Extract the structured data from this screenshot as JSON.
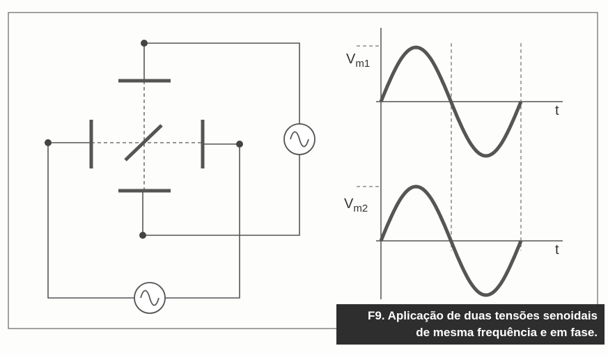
{
  "labels": {
    "vm1": {
      "main": "V",
      "sub": "m1"
    },
    "vm2": {
      "main": "V",
      "sub": "m2"
    },
    "t1": "t",
    "t2": "t"
  },
  "caption": {
    "line1": "F9. Aplicação de duas tensões senoidais",
    "line2": "de mesma frequência e em fase."
  },
  "colors": {
    "line": "#555555",
    "caption_bg": "#2e2e2e"
  }
}
